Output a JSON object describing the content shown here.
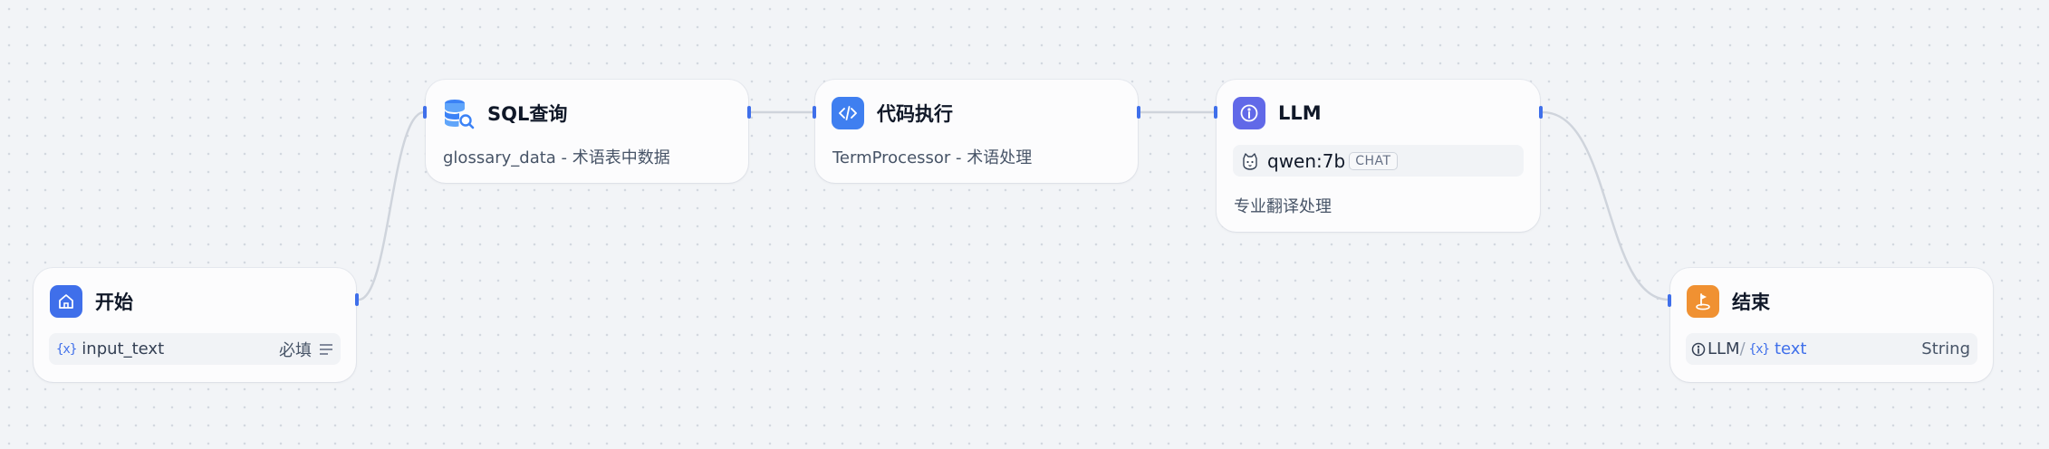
{
  "colors": {
    "canvas_bg": "#f2f4f7",
    "handle": "#3f6fea",
    "edge": "#cfd4dc",
    "start_icon": "#3f6fea",
    "code_icon": "#3f7ff0",
    "llm_icon": "#6169e8",
    "end_icon": "#f09132",
    "sql_icon": "#3b82f6"
  },
  "nodes": {
    "start": {
      "title": "开始",
      "icon": "home-icon",
      "variable": {
        "name": "input_text",
        "required_label": "必填",
        "type_icon": "text-lines-icon"
      }
    },
    "sql": {
      "title": "SQL查询",
      "icon": "database-search-icon",
      "description": "glossary_data - 术语表中数据"
    },
    "code": {
      "title": "代码执行",
      "icon": "code-icon",
      "description": "TermProcessor - 术语处理"
    },
    "llm": {
      "title": "LLM",
      "icon": "llm-icon",
      "model": {
        "name": "qwen:7b",
        "badge": "CHAT",
        "icon": "model-avatar-icon"
      },
      "description": "专业翻译处理"
    },
    "end": {
      "title": "结束",
      "icon": "flag-icon",
      "output": {
        "source": "LLM",
        "separator": "/",
        "variable": "text",
        "type": "String"
      }
    }
  }
}
